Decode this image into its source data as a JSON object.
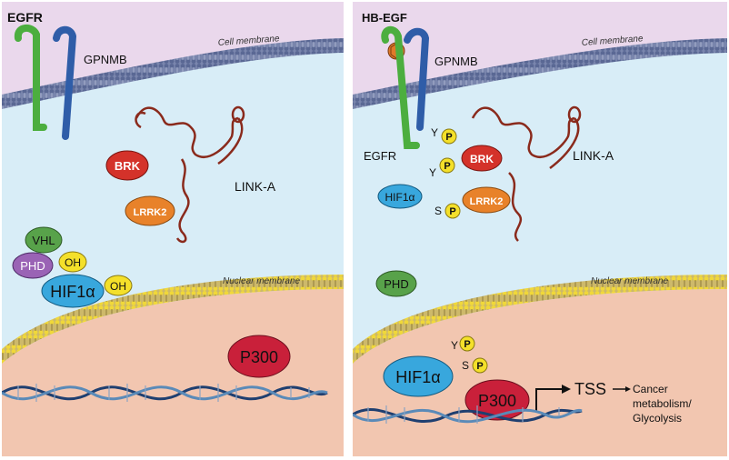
{
  "left": {
    "receptors": {
      "egfr": "EGFR",
      "gpnmb": "GPNMB"
    },
    "cell_membrane": "Cell membrane",
    "nuclear_membrane": "Nuclear membrane",
    "lncrna": "LINK-A",
    "brk": "BRK",
    "lrrk2": "LRRK2",
    "vhl": "VHL",
    "phd": "PHD",
    "oh": "OH",
    "hif1a": "HIF1α",
    "p300": "P300"
  },
  "right": {
    "ligand": "HB-EGF",
    "gpnmb": "GPNMB",
    "egfr": "EGFR",
    "cell_membrane": "Cell membrane",
    "nuclear_membrane": "Nuclear membrane",
    "lncrna": "LINK-A",
    "brk": "BRK",
    "lrrk2": "LRRK2",
    "hif1a_cyto": "HIF1α",
    "phd": "PHD",
    "hif1a_nuc": "HIF1α",
    "p300": "P300",
    "p": "P",
    "y": "Y",
    "s": "S",
    "tss": "TSS",
    "outcome_line1": "Cancer",
    "outcome_line2": "metabolism/",
    "outcome_line3": "Glycolysis"
  },
  "colors": {
    "extracellular": "#ead8ec",
    "cytoplasm": "#d8edf7",
    "nucleus": "#f2c6b0",
    "membrane": "#6f7fa6",
    "nuclear_membrane": "#d9c36a",
    "egfr": "#4cae3f",
    "gpnmb": "#2f5da8",
    "brk": "#d4322a",
    "lrrk2": "#e8822a",
    "vhl": "#58a24a",
    "phd": "#9a63b5",
    "oh": "#f4e02a",
    "hif1a": "#38a7dd",
    "p300": "#c9203a",
    "lncrna": "#8a2a1c"
  }
}
